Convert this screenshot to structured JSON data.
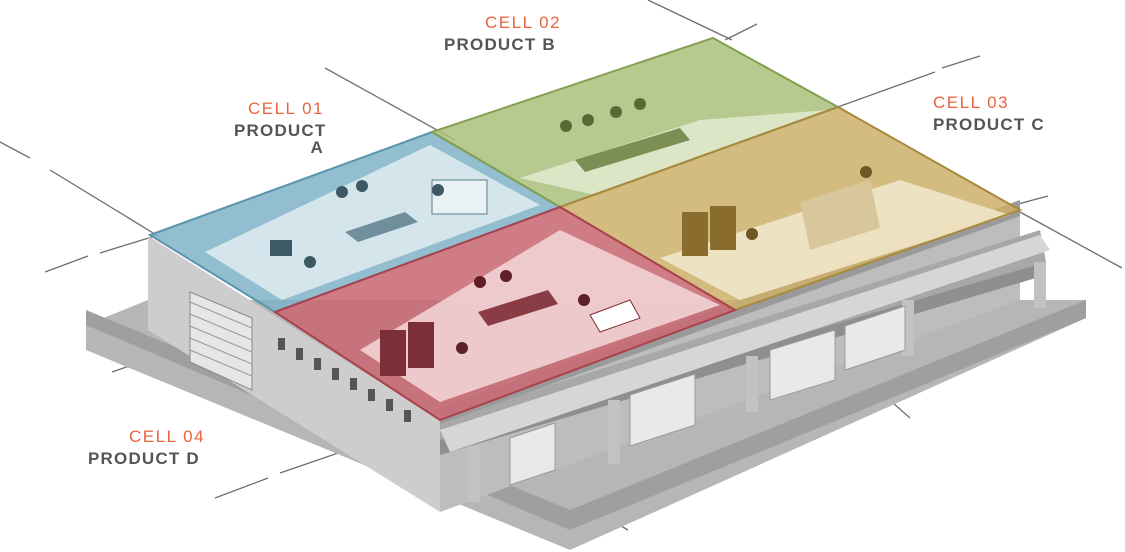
{
  "colors": {
    "accent": "#e8643c",
    "label_dark": "#555555",
    "cell_a": "#7fb3c8",
    "cell_b": "#a9c07a",
    "cell_c": "#cdb06a",
    "cell_d": "#c86a73",
    "building": "#c9c9c9",
    "ground": "#a9a9a9"
  },
  "cells": [
    {
      "id": "cell-01",
      "cell_label": "CELL 01",
      "product_label": "PRODUCT A"
    },
    {
      "id": "cell-02",
      "cell_label": "CELL 02",
      "product_label": "PRODUCT B"
    },
    {
      "id": "cell-03",
      "cell_label": "CELL 03",
      "product_label": "PRODUCT C"
    },
    {
      "id": "cell-04",
      "cell_label": "CELL 04",
      "product_label": "PRODUCT D"
    }
  ]
}
